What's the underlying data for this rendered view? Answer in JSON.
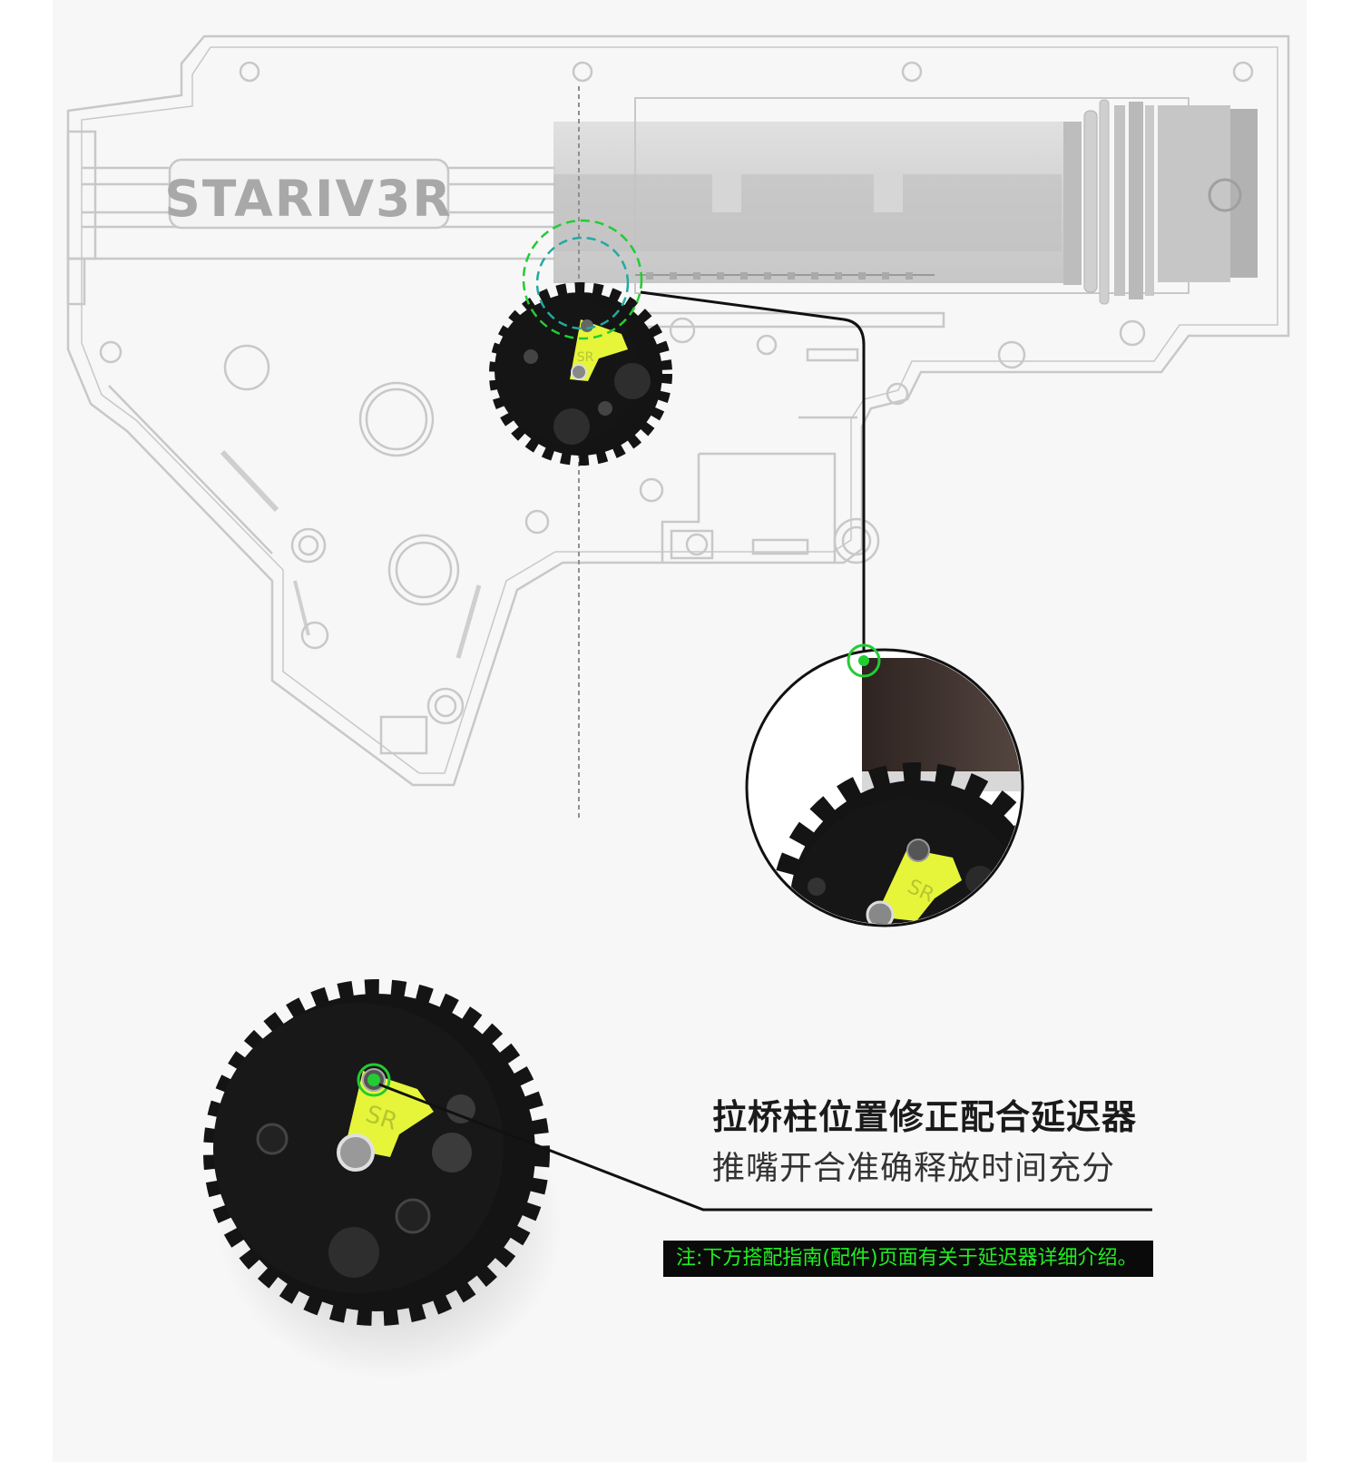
{
  "brand": {
    "logo_text": "STARIV3R",
    "gear_mark": "SR"
  },
  "caption": {
    "headline": "拉桥柱位置修正配合延迟器",
    "subline": "推嘴开合准确释放时间充分"
  },
  "note": {
    "text": "注:下方搭配指南(配件)页面有关于延迟器详细介绍。"
  },
  "colors": {
    "accent_green": "#22cc33",
    "accent_teal": "#22a9a0",
    "highlight_yellow": "#e6f53a",
    "gear_black": "#151515",
    "outline_gray": "#c8c8c8"
  }
}
